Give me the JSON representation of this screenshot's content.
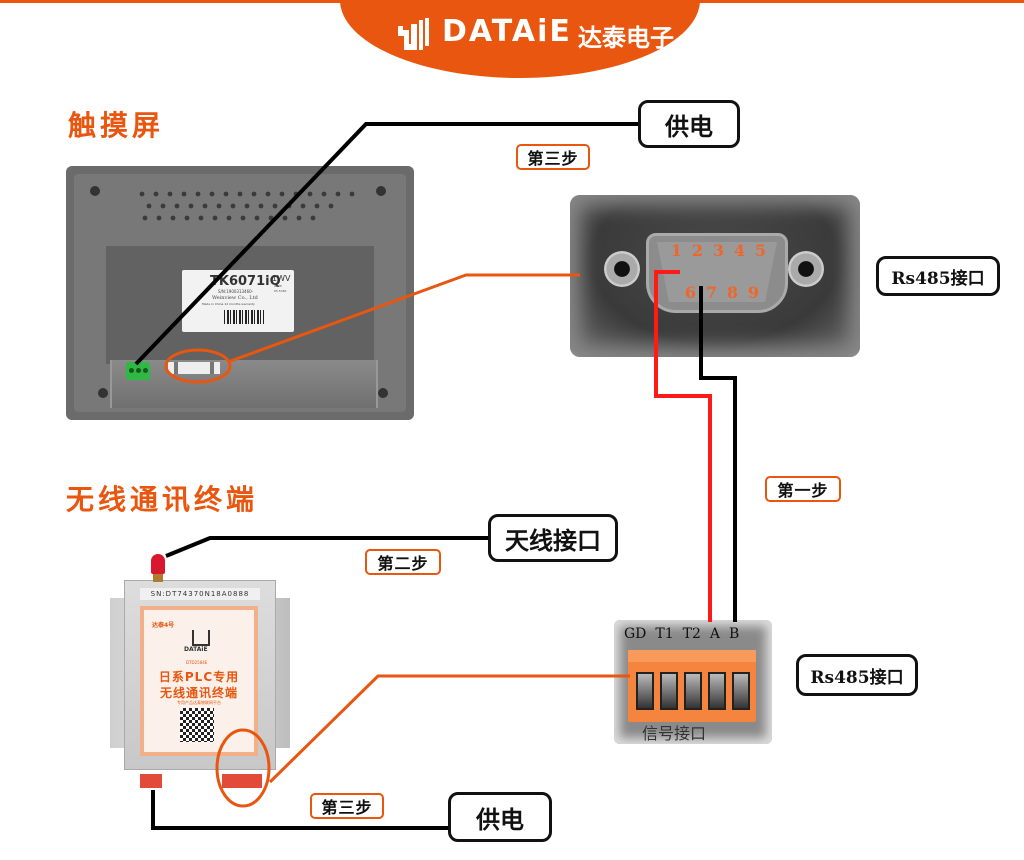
{
  "header": {
    "brand_name": "DATAiE",
    "brand_cn": "达泰电子",
    "accent_color": "#e8560f"
  },
  "sections": {
    "touchscreen": {
      "title": "触摸屏"
    },
    "terminal": {
      "title": "无线通讯终端"
    }
  },
  "touchscreen_device": {
    "model": "TK6071iQ",
    "model_suffix": "1WV",
    "label_line1": "S/N:1900313460-",
    "label_line2": "Weinview Co., Ltd",
    "label_line3": "Made in China 12 months warranty",
    "label_small1": "WIDE",
    "label_small2": "65,536K"
  },
  "db9_port": {
    "pins_top": [
      "1",
      "2",
      "3",
      "4",
      "5"
    ],
    "pins_bottom": [
      "6",
      "7",
      "8",
      "9"
    ]
  },
  "terminal_device": {
    "serial": "SN:DT74370N18A0888",
    "badge": "达泰4号",
    "logo_text": "DATAiE",
    "model": "DTD2584E",
    "line1": "日系PLC专用",
    "line2": "无线通讯终端",
    "small_text": "专用产品达泰物联网平台"
  },
  "terminal_block": {
    "labels": [
      "GD",
      "T1",
      "T2",
      "A",
      "B"
    ],
    "bottom_text": "信号接口"
  },
  "callouts": {
    "power_top": "供电",
    "rs485_top": "Rs485接口",
    "antenna": "天线接口",
    "rs485_bottom": "Rs485接口",
    "power_bottom": "供电"
  },
  "steps": {
    "step3_top": "第三步",
    "step1": "第一步",
    "step2": "第二步",
    "step3_bottom": "第三步"
  },
  "wire_colors": {
    "power": "#000000",
    "signal_a": "#ff1a1a",
    "signal_b": "#000000",
    "leader": "#e8560f"
  }
}
